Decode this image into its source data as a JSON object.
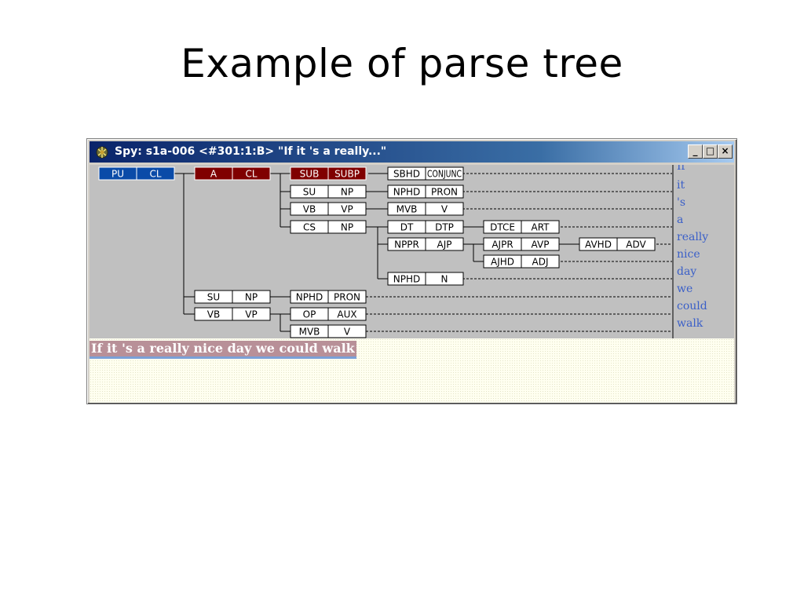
{
  "slide": {
    "title": "Example of parse tree"
  },
  "window": {
    "title": "Spy: s1a-006 <#301:1:B> \"If it 's a really...\"",
    "controls": {
      "minimize": "_",
      "maximize": "□",
      "close": "×"
    }
  },
  "tree": {
    "nodes": [
      {
        "id": "n1",
        "func": "PU",
        "cat": "CL",
        "style": "blue"
      },
      {
        "id": "n2",
        "func": "A",
        "cat": "CL",
        "style": "red"
      },
      {
        "id": "n3",
        "func": "SUB",
        "cat": "SUBP",
        "style": "red"
      },
      {
        "id": "n4",
        "func": "SBHD",
        "cat": "CONJUNC",
        "style": "plain"
      },
      {
        "id": "n5",
        "func": "SU",
        "cat": "NP",
        "style": "plain"
      },
      {
        "id": "n6",
        "func": "NPHD",
        "cat": "PRON",
        "style": "plain"
      },
      {
        "id": "n7",
        "func": "VB",
        "cat": "VP",
        "style": "plain"
      },
      {
        "id": "n8",
        "func": "MVB",
        "cat": "V",
        "style": "plain"
      },
      {
        "id": "n9",
        "func": "CS",
        "cat": "NP",
        "style": "plain"
      },
      {
        "id": "n10",
        "func": "DT",
        "cat": "DTP",
        "style": "plain"
      },
      {
        "id": "n11",
        "func": "DTCE",
        "cat": "ART",
        "style": "plain"
      },
      {
        "id": "n12",
        "func": "NPPR",
        "cat": "AJP",
        "style": "plain"
      },
      {
        "id": "n13",
        "func": "AJPR",
        "cat": "AVP",
        "style": "plain"
      },
      {
        "id": "n14",
        "func": "AVHD",
        "cat": "ADV",
        "style": "plain"
      },
      {
        "id": "n15",
        "func": "AJHD",
        "cat": "ADJ",
        "style": "plain"
      },
      {
        "id": "n16",
        "func": "NPHD",
        "cat": "N",
        "style": "plain"
      },
      {
        "id": "n17",
        "func": "SU",
        "cat": "NP",
        "style": "plain"
      },
      {
        "id": "n18",
        "func": "NPHD",
        "cat": "PRON",
        "style": "plain"
      },
      {
        "id": "n19",
        "func": "VB",
        "cat": "VP",
        "style": "plain"
      },
      {
        "id": "n20",
        "func": "OP",
        "cat": "AUX",
        "style": "plain"
      },
      {
        "id": "n21",
        "func": "MVB",
        "cat": "V",
        "style": "plain"
      }
    ],
    "words": [
      "If",
      "it",
      "'s",
      "a",
      "really",
      "nice",
      "day",
      "we",
      "could",
      "walk"
    ]
  },
  "sentence": "If it 's a really nice day we could walk",
  "colors": {
    "red_node": "#800000",
    "blue_node": "#0a4ba8",
    "word_link": "#3a5fc8",
    "titlebar": "#0a246a"
  }
}
